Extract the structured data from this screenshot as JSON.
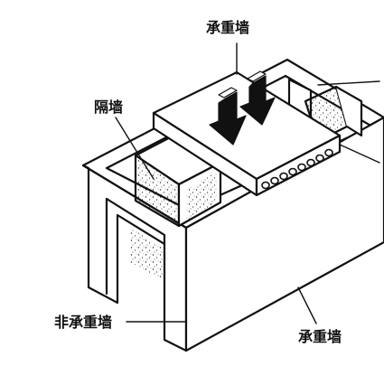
{
  "labels": {
    "load_bearing_top": "承重墙",
    "partition_wall": "隔墙",
    "non_load_bearing": "非承重墙",
    "load_bearing_bottom": "承重墙"
  }
}
